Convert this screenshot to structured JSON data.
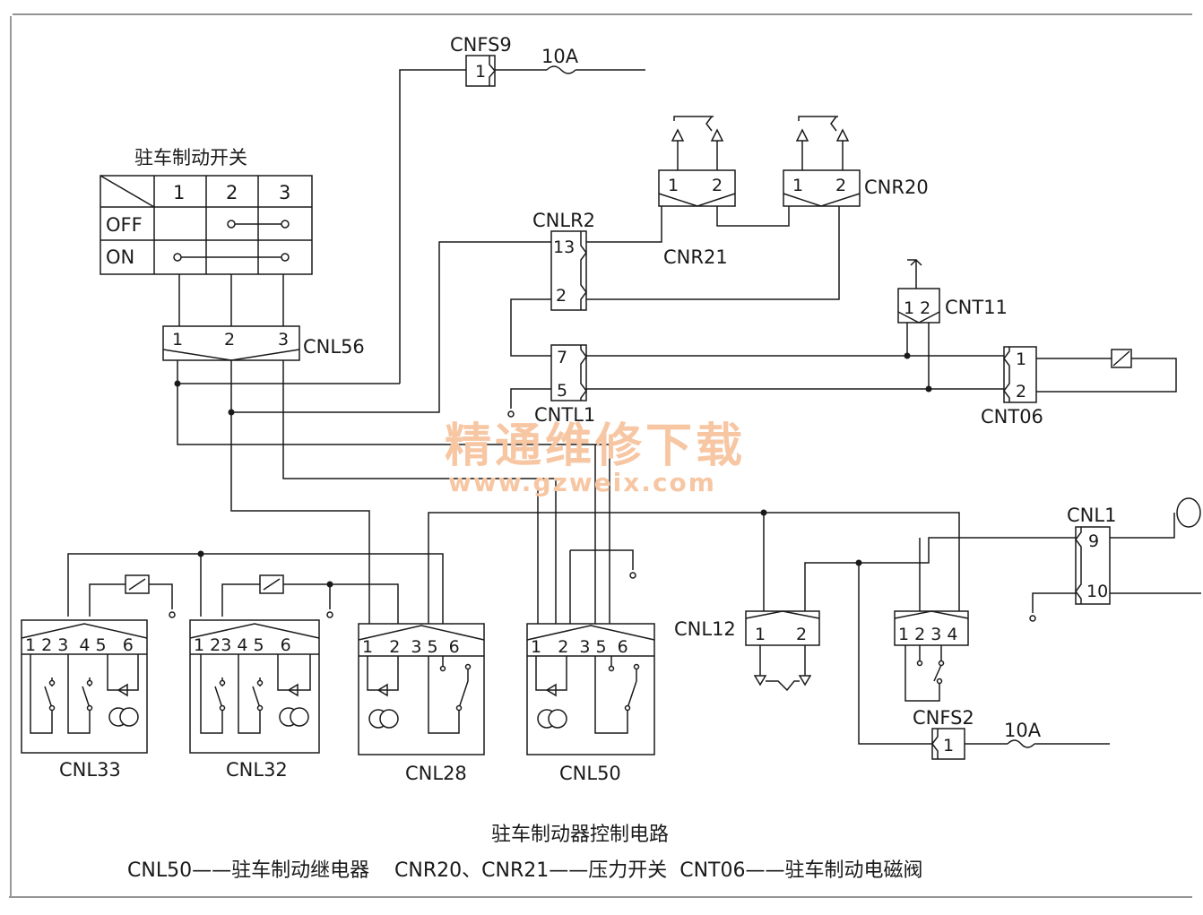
{
  "fuses": {
    "top_amp": "10A",
    "bottom_amp": "10A"
  },
  "switch": {
    "title": "驻车制动开关",
    "columns": [
      "1",
      "2",
      "3"
    ],
    "rows": [
      "OFF",
      "ON"
    ]
  },
  "connectors": {
    "cnfs9": {
      "name": "CNFS9",
      "pins": [
        "1"
      ]
    },
    "cnfs2": {
      "name": "CNFS2",
      "pins": [
        "1"
      ]
    },
    "cnl56": {
      "name": "CNL56",
      "pins": [
        "1",
        "2",
        "3"
      ]
    },
    "cnlr2": {
      "name": "CNLR2",
      "pins": [
        "13",
        "2"
      ]
    },
    "cntl1": {
      "name": "CNTL1",
      "pins": [
        "7",
        "5"
      ]
    },
    "cnr21": {
      "name": "CNR21",
      "pins": [
        "1",
        "2"
      ]
    },
    "cnr20": {
      "name": "CNR20",
      "pins": [
        "1",
        "2"
      ]
    },
    "cnt11": {
      "name": "CNT11",
      "pins": [
        "1 2"
      ]
    },
    "cnt06": {
      "name": "CNT06",
      "pins": [
        "1",
        "2"
      ]
    },
    "cnl1": {
      "name": "CNL1",
      "pins": [
        "9",
        "10"
      ]
    },
    "cnl12": {
      "name": "CNL12",
      "pins": [
        "1",
        "2"
      ]
    },
    "cnl4p": {
      "pins": [
        "1 2 3 4"
      ]
    }
  },
  "relays": [
    {
      "name": "CNL33",
      "pins": "1 2 3  4 5   6"
    },
    {
      "name": "CNL32",
      "pins": "1 23 4 5   6"
    },
    {
      "name": "CNL28",
      "pins": "1   2  3 5  6"
    },
    {
      "name": "CNL50",
      "pins": "1   2  3 5  6"
    }
  ],
  "watermark": {
    "cn": "精通维修下载",
    "url": "www.gzweix.com"
  },
  "caption": {
    "title": "驻车制动器控制电路",
    "legend": "CNL50——驻车制动继电器    CNR20、CNR21——压力开关  CNT06——驻车制动电磁阀"
  }
}
